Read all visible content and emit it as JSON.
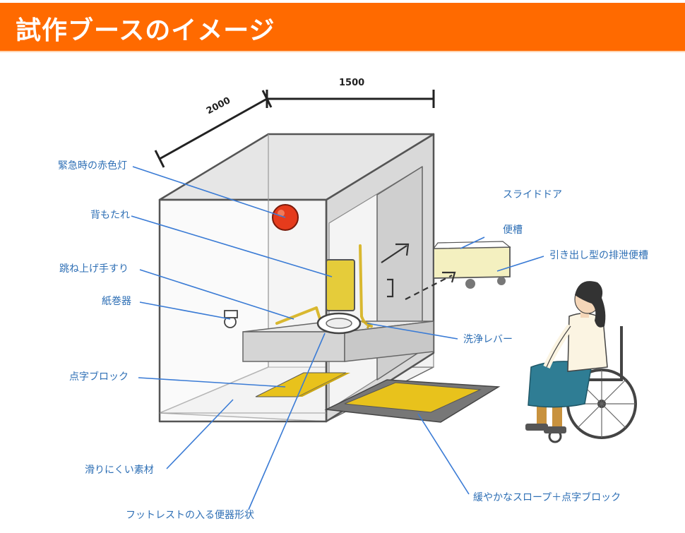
{
  "title": "試作ブースのイメージ",
  "colors": {
    "header_bg": "#ff6a00",
    "label_text": "#2e6fb5",
    "leader_line": "#3a7bd5",
    "emergency_light": "#e53b1c",
    "backrest": "#e5cc3a",
    "tactile_block": "#e8c21c"
  },
  "dimensions": {
    "depth": "2000",
    "width": "1500"
  },
  "labels": {
    "emergency_light": "緊急時の赤色灯",
    "backrest": "背もたれ",
    "flip_handrail": "跳ね上げ手すり",
    "paper_holder": "紙巻器",
    "tactile_block": "点字ブロック",
    "non_slip": "滑りにくい素材",
    "footrest_toilet": "フットレストの入る便器形状",
    "slide_door": "スライドドア",
    "toilet_tank": "便槽",
    "drawer_tank": "引き出し型の排泄便槽",
    "flush_lever": "洗浄レバー",
    "slope_block": "緩やかなスロープ＋点字ブロック"
  }
}
